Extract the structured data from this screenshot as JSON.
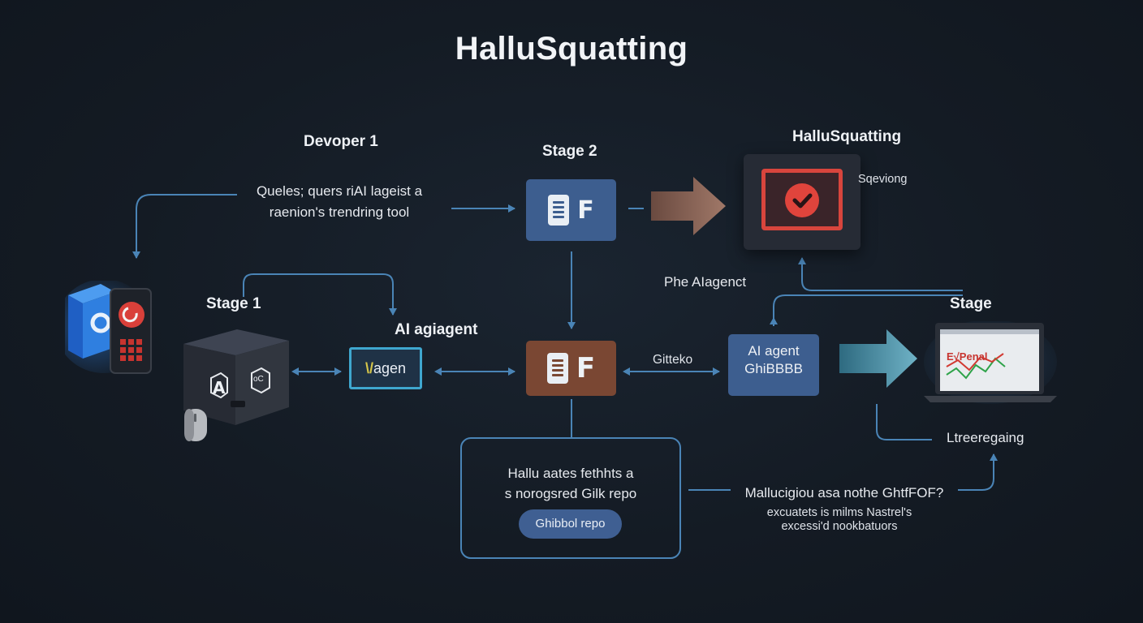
{
  "title": "HalluSquatting",
  "labels": {
    "developer": "Devoper 1",
    "stage2": "Stage 2",
    "hallusquatting": "HalluSquatting",
    "squeving": "Sqeviong",
    "stage1": "Stage 1",
    "ai_agent_label": "AI agiagent",
    "phe_agent": "Phe AIagenct",
    "stage": "Stage",
    "gitteko": "Gitteko",
    "ltreeregaing": "Ltreeregaing"
  },
  "query": {
    "line1": "Queles; quers riAI lageist a",
    "line2": "raenion's trendring tool"
  },
  "nodes": {
    "top_box_letter": "F",
    "mid_box_letter": "F",
    "agen_prefix": "\\/",
    "agen_text": "agen",
    "ai_agent_line1": "AI agent",
    "ai_agent_line2": "GhiBBBB",
    "cube_letter_a": "A",
    "cube_letter_oc": "oC"
  },
  "hallucinate": {
    "line1": "Hallu aates fethhts a",
    "line2": "s norogsred Gilk repo",
    "pill": "Ghibbol repo"
  },
  "malicious": {
    "line1": "Mallucigiou asa nothe GhtfFOF?",
    "line2": "excuatets is milms Nastrel's",
    "line3": "excessi'd nookbatuors"
  },
  "laptop_screen": "E√Penal",
  "colors": {
    "background": "#141b24",
    "node_blue": "#3d5e8f",
    "node_brown": "#7a4733",
    "accent_cyan": "#3fa7cf",
    "alert_red": "#e0443c",
    "arrow_line": "#4a84b6"
  },
  "icons": {
    "phone": "phone-app-icon",
    "cube": "ai-cube-icon",
    "document": "document-icon",
    "monitor_check": "monitor-check-icon",
    "laptop": "laptop-chart-icon",
    "mouse": "mouse-icon"
  }
}
